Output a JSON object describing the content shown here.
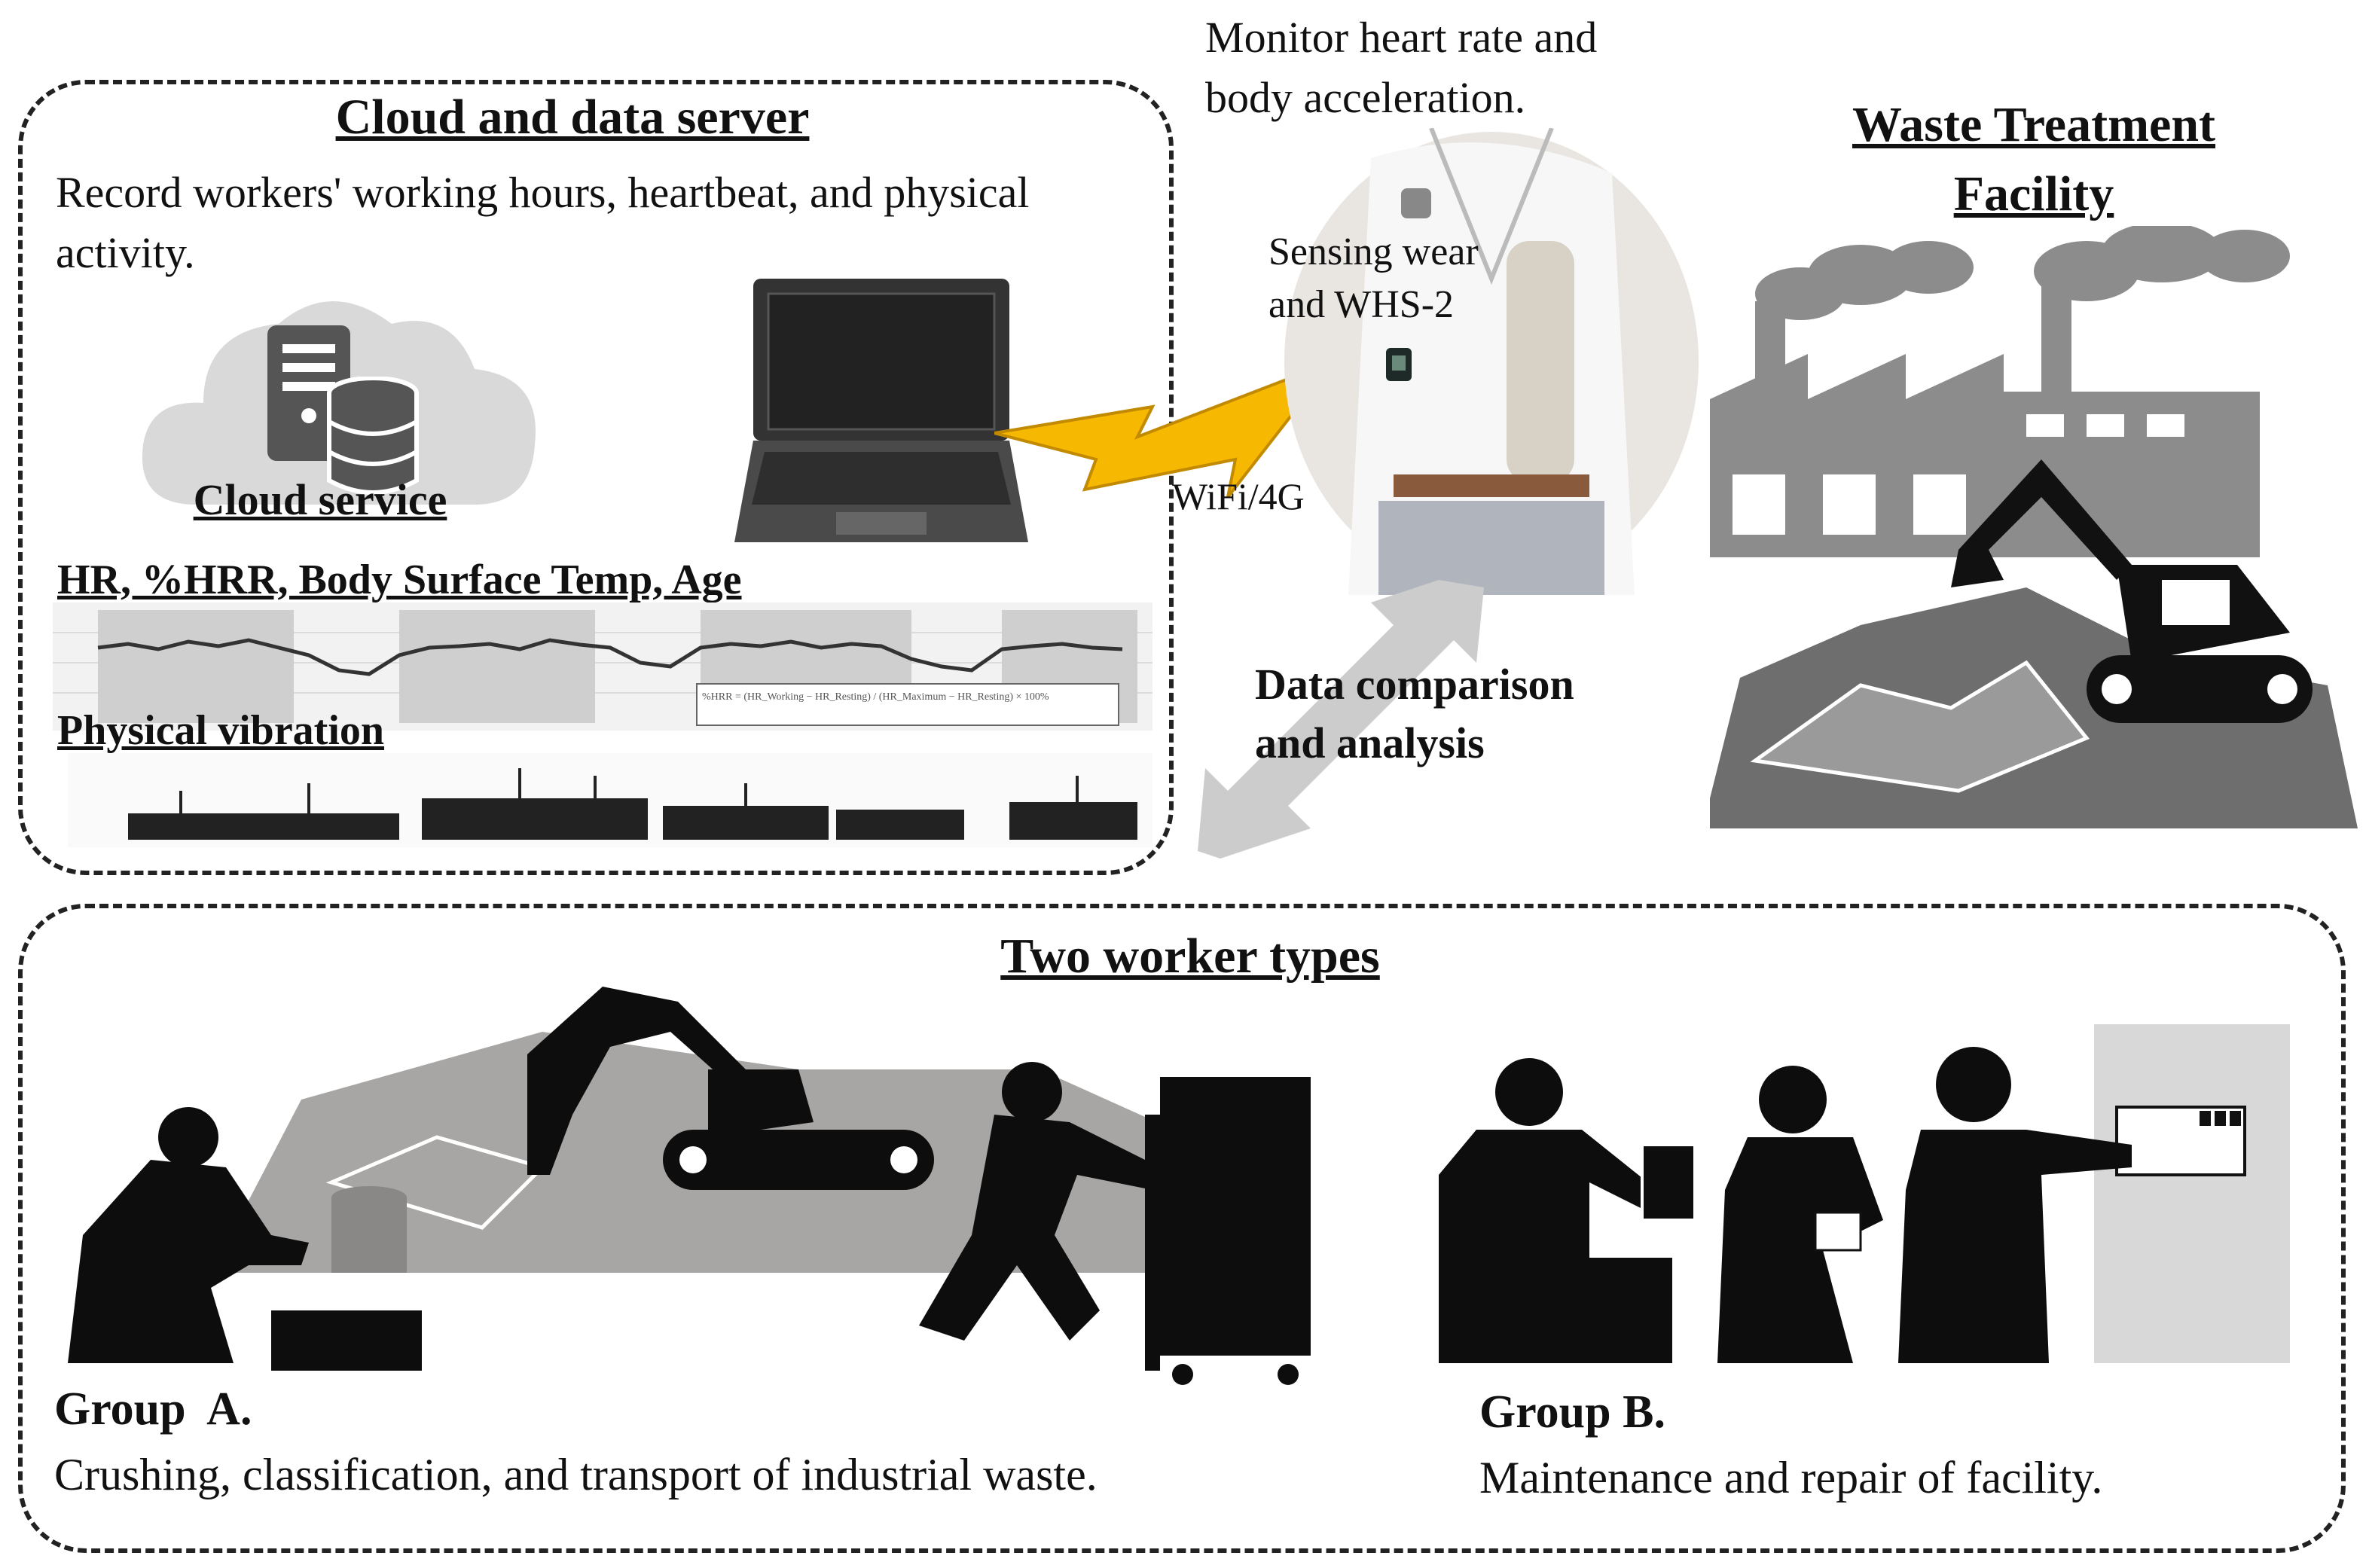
{
  "cloud_panel": {
    "title": "Cloud and data server",
    "description": "Record workers' working hours, heartbeat, and physical activity.",
    "cloud_label": "Cloud service",
    "hr_chart_label": "HR, %HRR, Body Surface Temp, Age",
    "formula_text": "%HRR = (HR_Working − HR_Resting) / (HR_Maximum − HR_Resting) × 100%",
    "vibration_label": "Physical vibration"
  },
  "sensor": {
    "monitor_text": "Monitor heart rate and body acceleration.",
    "device_text": "Sensing wear and WHS-2",
    "link_label": "WiFi/4G"
  },
  "analysis_label": "Data comparison and analysis",
  "facility": {
    "title": "Waste Treatment Facility"
  },
  "workers_panel": {
    "title": "Two worker types",
    "group_a": {
      "name": "Group  A.",
      "description": "Crushing, classification, and transport of industrial waste."
    },
    "group_b": {
      "name": "Group B.",
      "description": "Maintenance and repair of facility."
    }
  },
  "colors": {
    "silhouette": "#0d0d0d",
    "facility_gray": "#8c8c8c",
    "background_gray": "#a8a6a4",
    "lightning": "#f6b800",
    "arrow_gray": "#cccccc",
    "dash": "#222222"
  },
  "icons": [
    "cloud-icon",
    "server-icon",
    "database-icon",
    "laptop-icon",
    "lightning-icon",
    "factory-icon",
    "excavator-icon",
    "worker-icon",
    "cart-icon",
    "control-panel-icon",
    "double-arrow-icon"
  ]
}
